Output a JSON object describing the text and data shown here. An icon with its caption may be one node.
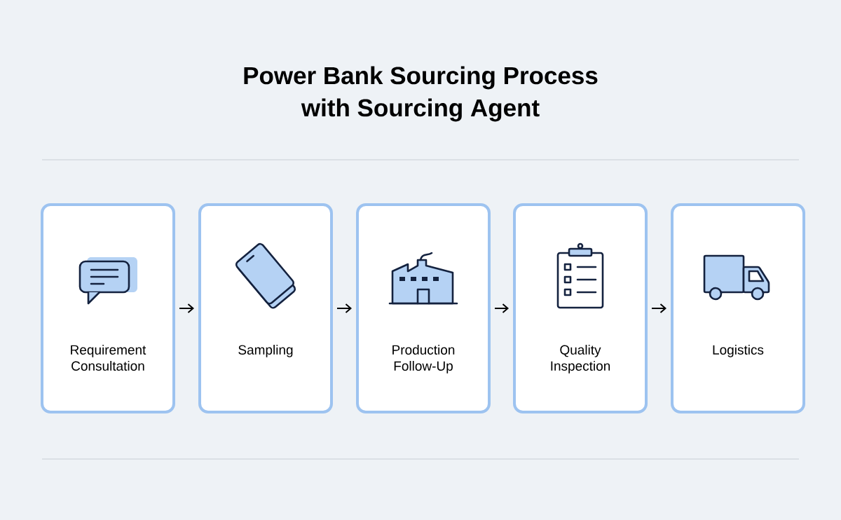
{
  "diagram": {
    "title": "Power Bank Sourcing Process with Sourcing Agent",
    "nodes": [
      {
        "text": [
          "Requirement Consultation"
        ]
      },
      {
        "text": [
          "Sampling"
        ]
      },
      {
        "text": [
          "Production Follow-Up"
        ]
      },
      {
        "text": [
          "Quality Inspection"
        ]
      },
      {
        "text": [
          "Logistics"
        ]
      }
    ],
    "edges": [
      {
        "from": 0,
        "to": 1,
        "arrow": "to"
      },
      {
        "from": 1,
        "to": 2,
        "arrow": "to"
      },
      {
        "from": 2,
        "to": 3,
        "arrow": "to"
      },
      {
        "from": 3,
        "to": 4,
        "arrow": "to"
      }
    ]
  }
}
